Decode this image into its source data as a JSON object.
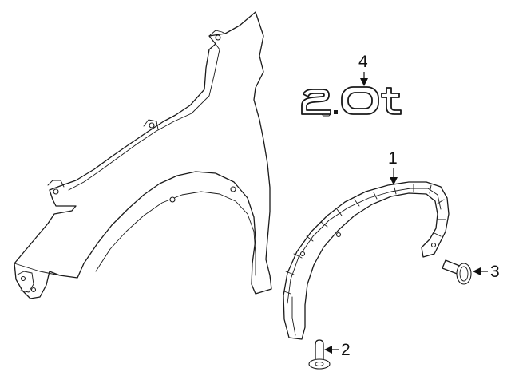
{
  "callouts": [
    {
      "id": "1",
      "label": "1"
    },
    {
      "id": "2",
      "label": "2"
    },
    {
      "id": "3",
      "label": "3"
    },
    {
      "id": "4",
      "label": "4"
    }
  ],
  "badge_text": "2.0t",
  "colors": {
    "line": "#1a1a1a",
    "background": "#ffffff"
  }
}
